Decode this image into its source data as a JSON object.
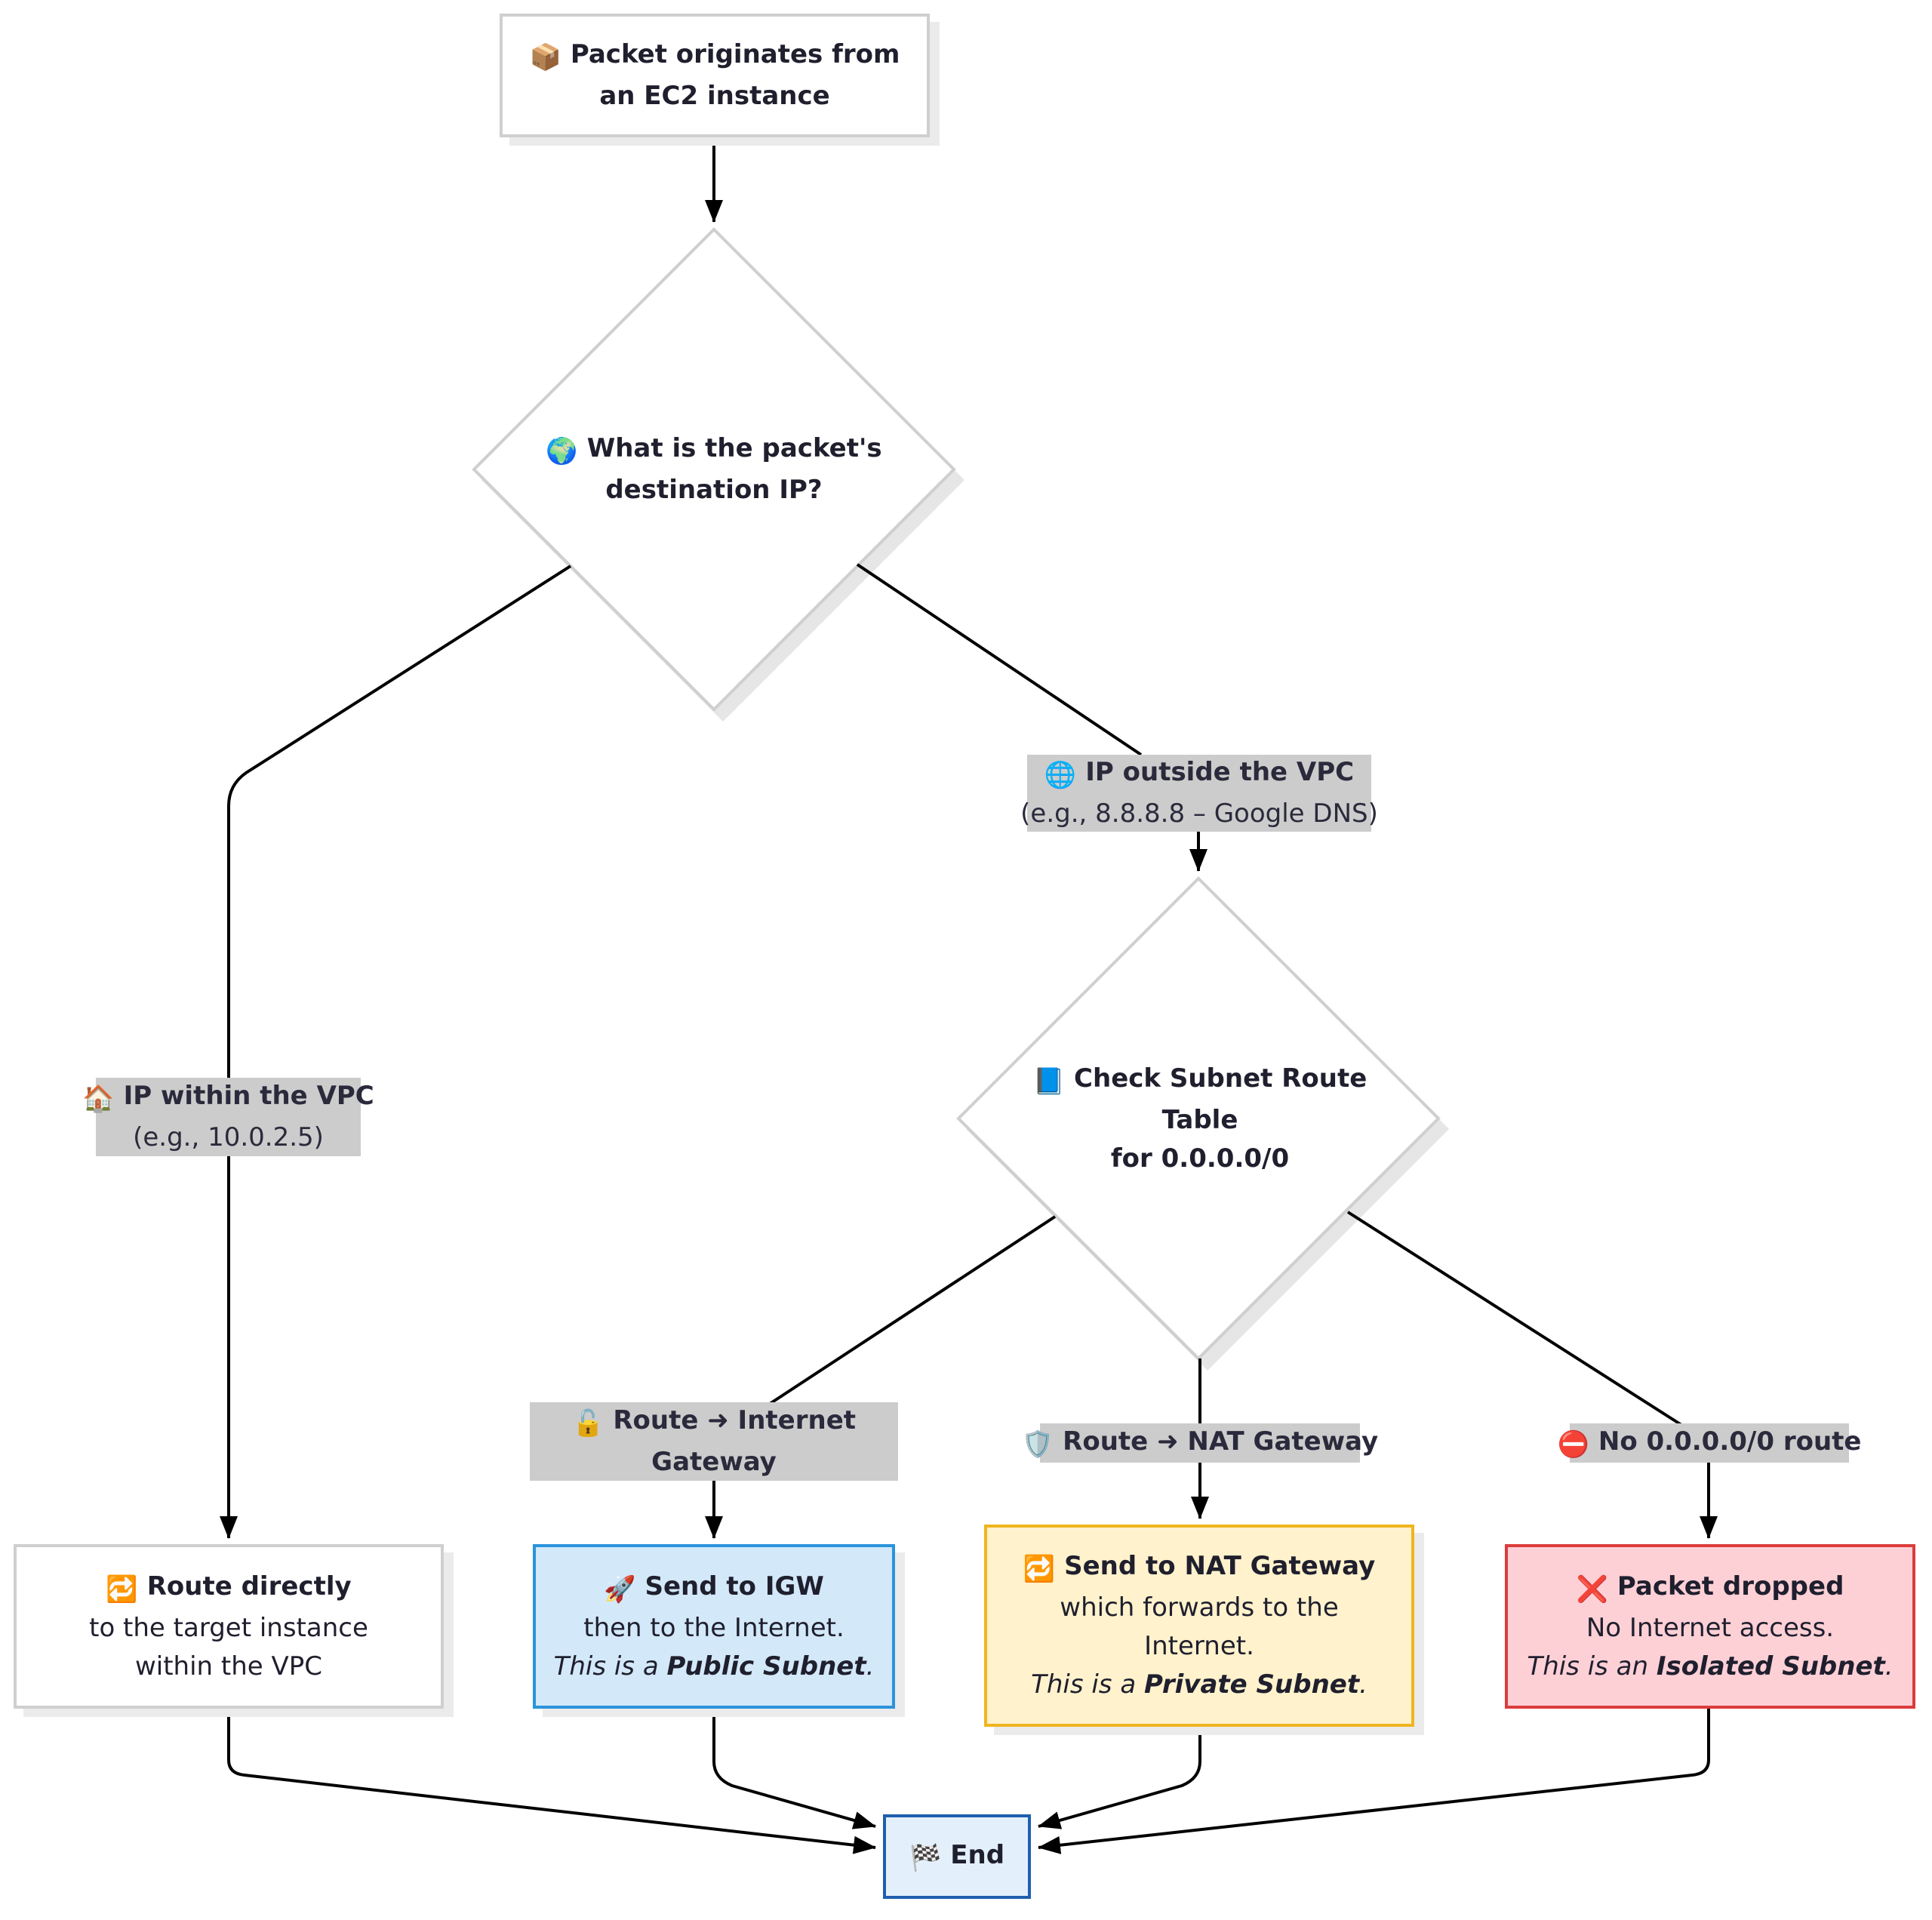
{
  "nodes": {
    "start": {
      "icon": "📦",
      "line1": "Packet originates from",
      "line2": "an EC2 instance"
    },
    "decision_dest": {
      "icon": "🌍",
      "line1": "What is the packet's",
      "line2": "destination IP?"
    },
    "decision_route": {
      "icon": "📘",
      "line1": "Check Subnet Route",
      "line2": "Table",
      "line3": "for 0.0.0.0/0"
    },
    "route_direct": {
      "icon": "🔁",
      "title": "Route directly",
      "line2": "to the target instance",
      "line3": "within the VPC"
    },
    "send_igw": {
      "icon": "🚀",
      "title": "Send to IGW",
      "line2": "then to the Internet.",
      "line3_prefix": "This is a",
      "line3_bold": "Public Subnet",
      "line3_suffix": "."
    },
    "send_nat": {
      "icon": "🔁",
      "title": "Send to NAT Gateway",
      "line2": "which forwards to the",
      "line3": "Internet.",
      "line4_prefix": "This is a",
      "line4_bold": "Private Subnet",
      "line4_suffix": "."
    },
    "dropped": {
      "icon": "❌",
      "title": "Packet dropped",
      "line2": "No Internet access.",
      "line3_prefix": "This is an",
      "line3_bold": "Isolated Subnet",
      "line3_suffix": "."
    },
    "end": {
      "icon": "🏁",
      "title": "End"
    }
  },
  "edge_labels": {
    "within_vpc": {
      "icon": "🏠",
      "title": "IP within the VPC",
      "sub": "(e.g., 10.0.2.5)"
    },
    "outside_vpc": {
      "icon": "🌐",
      "title": "IP outside the VPC",
      "sub": "(e.g., 8.8.8.8 – Google DNS)"
    },
    "route_igw": {
      "icon": "🔓",
      "title": "Route ➜ Internet",
      "title2": "Gateway"
    },
    "route_nat": {
      "icon": "🛡️",
      "title": "Route ➜ NAT Gateway"
    },
    "no_route": {
      "icon": "⛔",
      "title": "No 0.0.0.0/0 route"
    }
  },
  "colors": {
    "default_border": "#cfcfcf",
    "igw_fill": "#d3e8f8",
    "igw_border": "#2b93dc",
    "nat_fill": "#fff2cc",
    "nat_border": "#f0b420",
    "drop_fill": "#fdd0d6",
    "drop_border": "#dc3c3c",
    "end_fill": "#e3f0fb",
    "end_border": "#1f5fad",
    "label_bg": "#cccccc"
  }
}
